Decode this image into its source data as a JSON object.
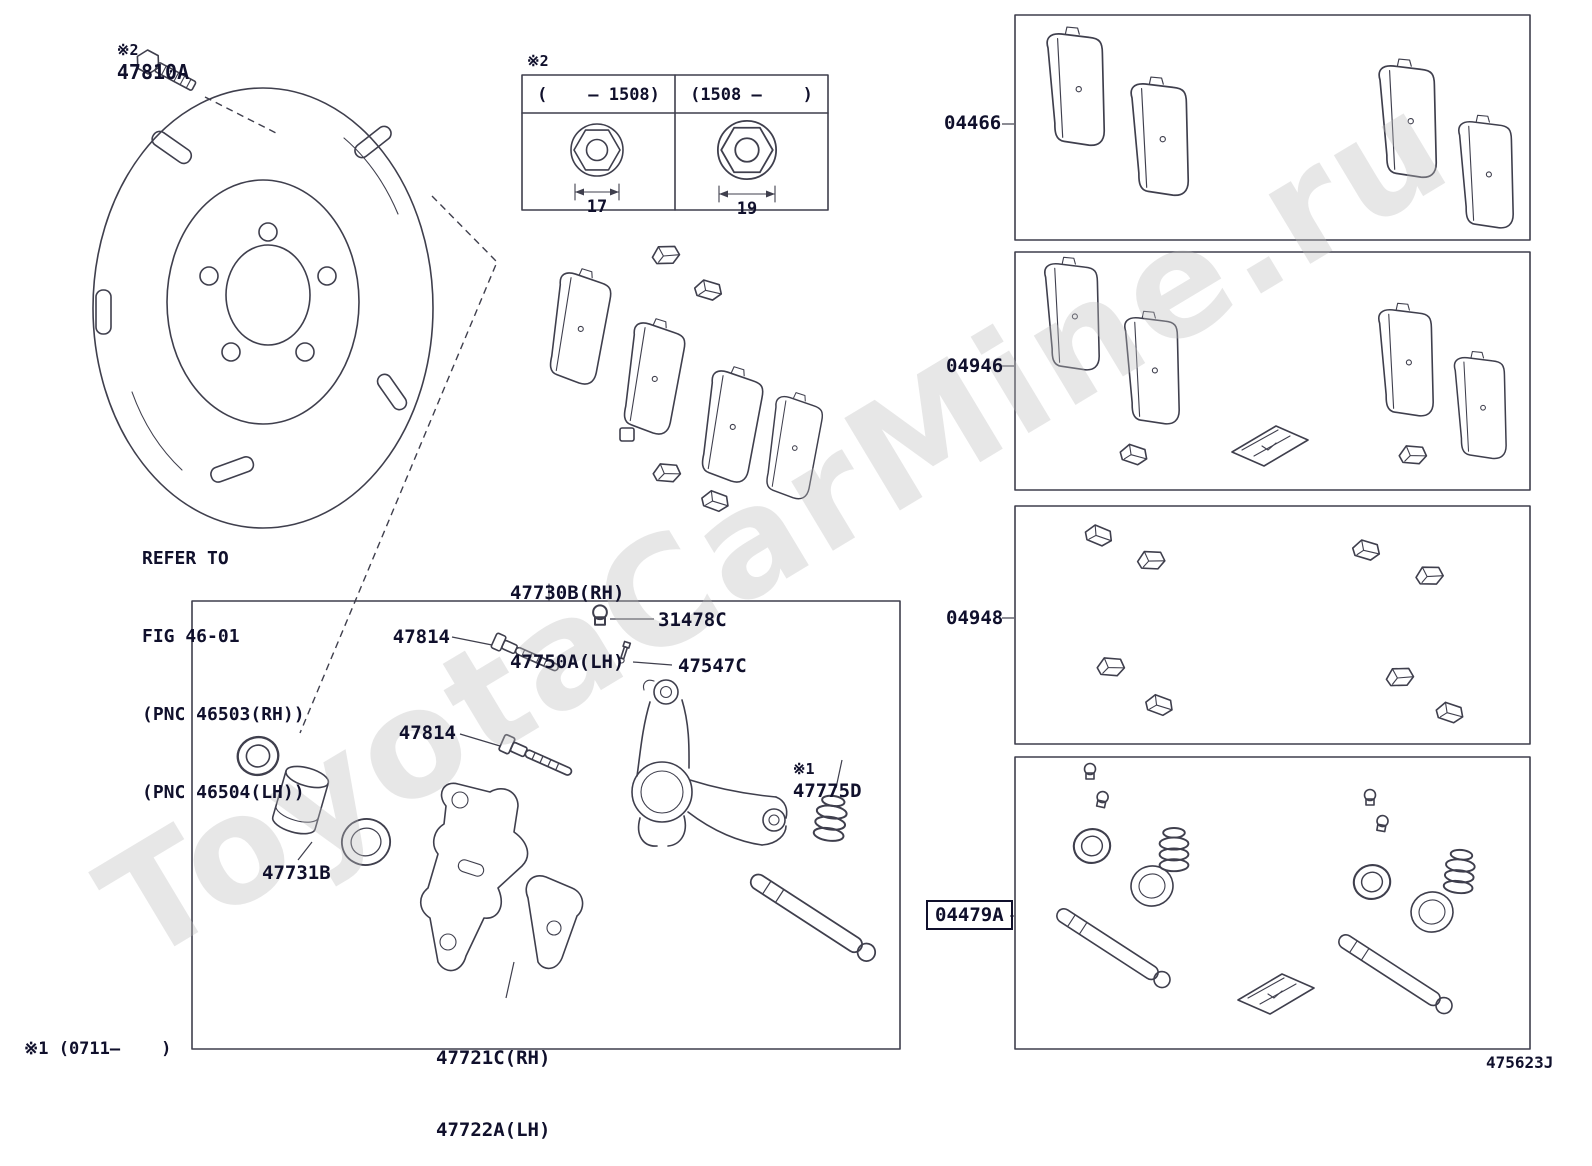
{
  "page": {
    "watermark": "ToyotaCarMine.ru",
    "doc_code": "475623J",
    "footnote": "※1 (0711–    )"
  },
  "top_left": {
    "marker": "※2",
    "part": "47810A"
  },
  "variant_table": {
    "marker": "※2",
    "columns": [
      {
        "range": "(    – 1508)",
        "size": "17"
      },
      {
        "range": "(1508 –    )",
        "size": "19"
      }
    ]
  },
  "refer_note": {
    "lines": [
      "REFER TO",
      "FIG 46-01",
      "(PNC 46503(RH))",
      "(PNC 46504(LH))"
    ]
  },
  "assembly": {
    "label_rh": "47730B(RH)",
    "label_lh": "47750A(LH)",
    "callouts": {
      "pin_upper": "47814",
      "cap": "31478C",
      "bleeder": "47547C",
      "pin_lower": "47814",
      "boot_marker": "※1",
      "boot": "47775D",
      "piston": "47731B",
      "bracket_rh": "47721C(RH)",
      "bracket_lh": "47722A(LH)"
    }
  },
  "kits": [
    {
      "code": "04466"
    },
    {
      "code": "04946"
    },
    {
      "code": "04948"
    },
    {
      "code": "04479A",
      "boxed": true
    }
  ]
}
